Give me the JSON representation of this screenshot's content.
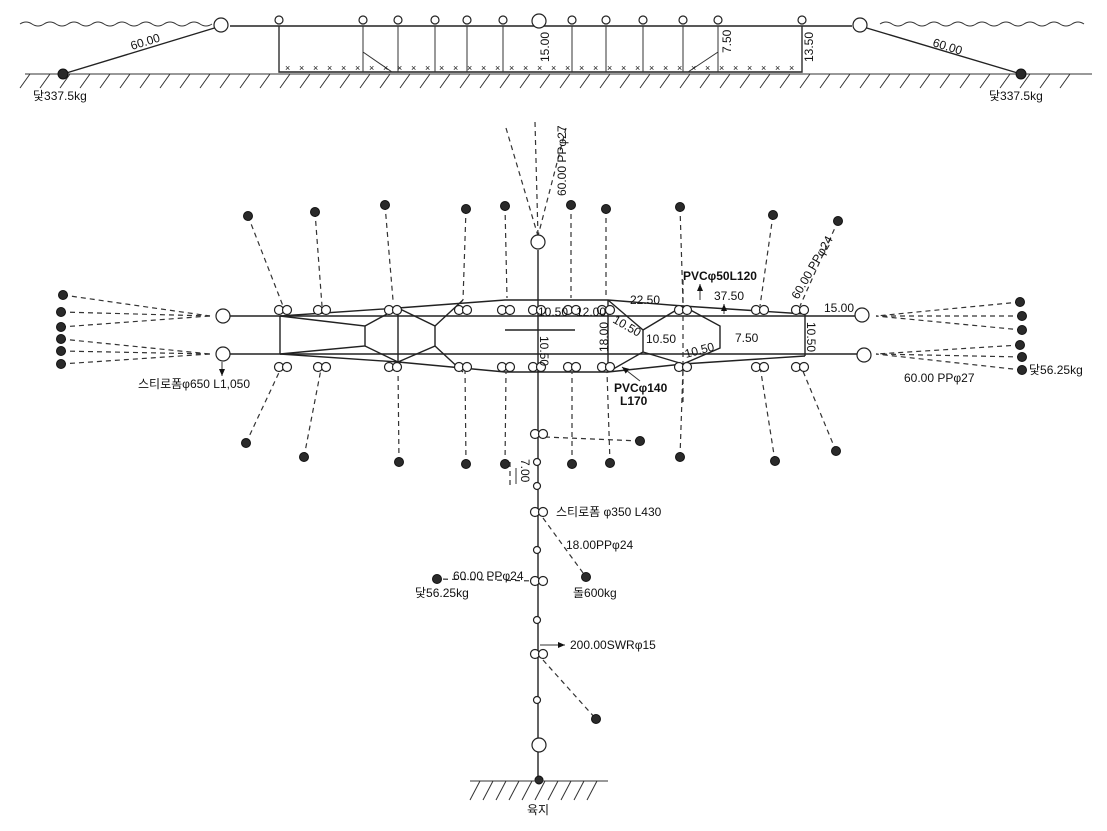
{
  "elevation": {
    "labels": {
      "left_rope": "60.00",
      "right_rope": "60.00",
      "left_anchor": "닻337.5kg",
      "right_anchor": "닻337.5kg",
      "depth_center": "15.00",
      "depth_right_1": "7.50",
      "depth_right_2": "13.50"
    }
  },
  "plan": {
    "labels": {
      "main_rope_top": "60.00 PPφ27",
      "pvc_small": "PVCφ50L120",
      "len_22_50": "22.50",
      "len_37_50": "37.50",
      "rope_top_right": "60.00 PPφ24",
      "len_15_00_right": "15.00",
      "len_10_50_top": "10.50",
      "len_12_00": "12.00",
      "len_10_50_diag_a": "10.50",
      "len_18_00": "18.00",
      "len_10_50_mid": "10.50",
      "len_10_50_diag_b": "10.50",
      "len_7_50": "7.50",
      "len_10_50_right_v": "10.50",
      "len_10_50_center_v": "10.50",
      "pvc_large_1": "PVCφ140",
      "pvc_large_2": "L170",
      "styrofoam_left": "스티로폼φ650 L1,050",
      "rope_right_bottom": "60.00 PPφ27",
      "anchor_right": "닻56.25kg"
    }
  },
  "leader": {
    "labels": {
      "spacing_7_00": "7.00",
      "styrofoam_small": "스티로폼 φ350 L430",
      "rope_18": "18.00PPφ24",
      "rope_60_left": "60.00 PPφ24",
      "anchor_left": "닻56.25kg",
      "stone": "돌600kg",
      "swr": "200.00SWRφ15",
      "land": "육지"
    }
  }
}
